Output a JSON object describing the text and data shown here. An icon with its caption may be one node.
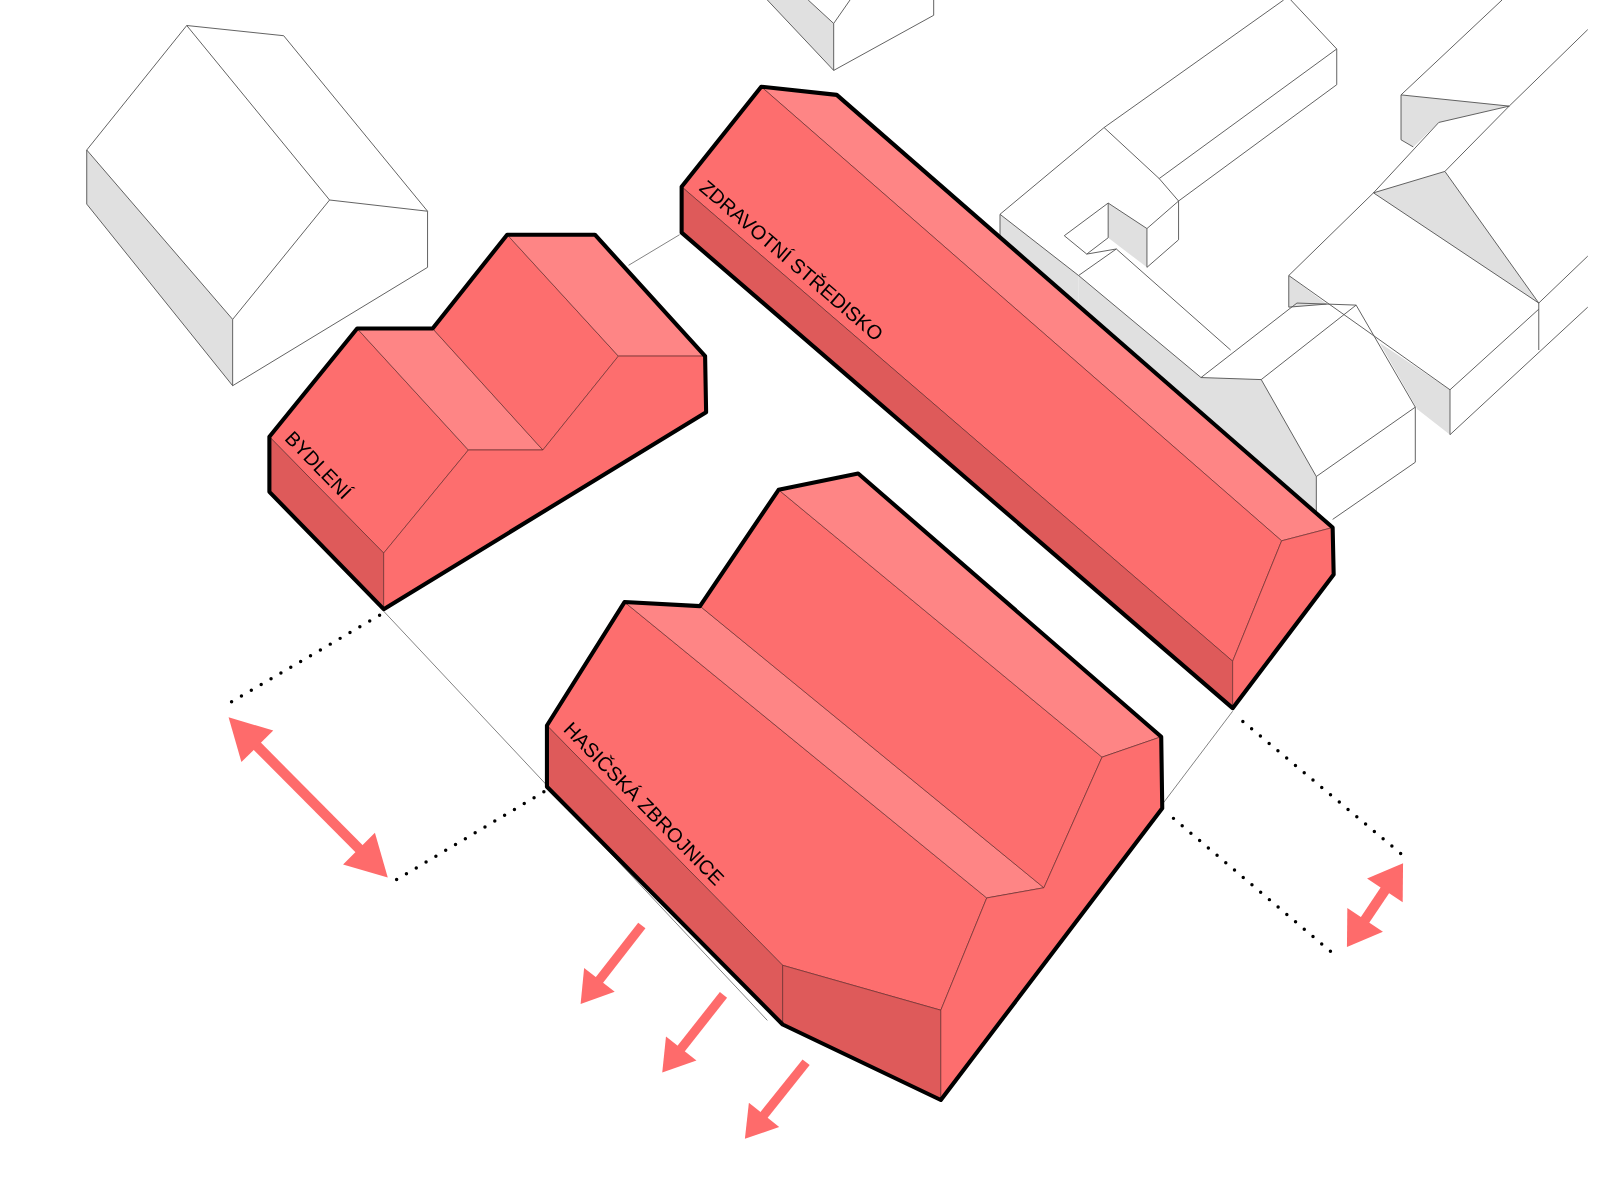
{
  "diagram": {
    "nodes": [
      {
        "text": [
          "ZDRAVOTNÍ STŘEDISKO"
        ]
      },
      {
        "text": [
          "BYDLENÍ"
        ]
      },
      {
        "text": [
          "HASIČSKÁ ZBROJNICE"
        ]
      }
    ]
  }
}
